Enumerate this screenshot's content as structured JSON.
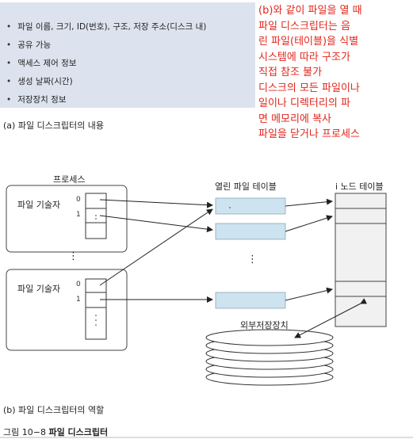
{
  "contents_list": [
    "파일 이름, 크기, ID(번호), 구조, 저장 주소(디스크 내)",
    "공유 가능",
    "액세스 제어 정보",
    "생성 날짜(시간)",
    "저장장치 정보"
  ],
  "caption_a": "(a) 파일 디스크립터의 내용",
  "caption_b": "(b) 파일 디스크립터의 역할",
  "figure_title": {
    "number": "그림 10−8",
    "name": "파일 디스크립터"
  },
  "handwritten_notes": [
    "(b)와 같이 파일을 열 때",
    " 파일 디스크립터는 음",
    "린 파일(테이블)을 식별",
    "시스템에 따라 구조가",
    "직접 참조 불가",
    "디스크의 모든 파일이나",
    "일이나 디렉터리의 파",
    "면 메모리에 복사",
    "파일을 닫거나 프로세스"
  ],
  "diagram": {
    "process_label": "프로세스",
    "descriptor_label_1": "파일 기술자",
    "descriptor_label_2": "파일 기술자",
    "open_file_table_label": "열린 파일 테이블",
    "inode_table_label": "i 노드 테이블",
    "external_storage_label": "외부저장장치",
    "row_index_0": "0",
    "row_index_1": "1",
    "ellipsis": "⋮"
  }
}
